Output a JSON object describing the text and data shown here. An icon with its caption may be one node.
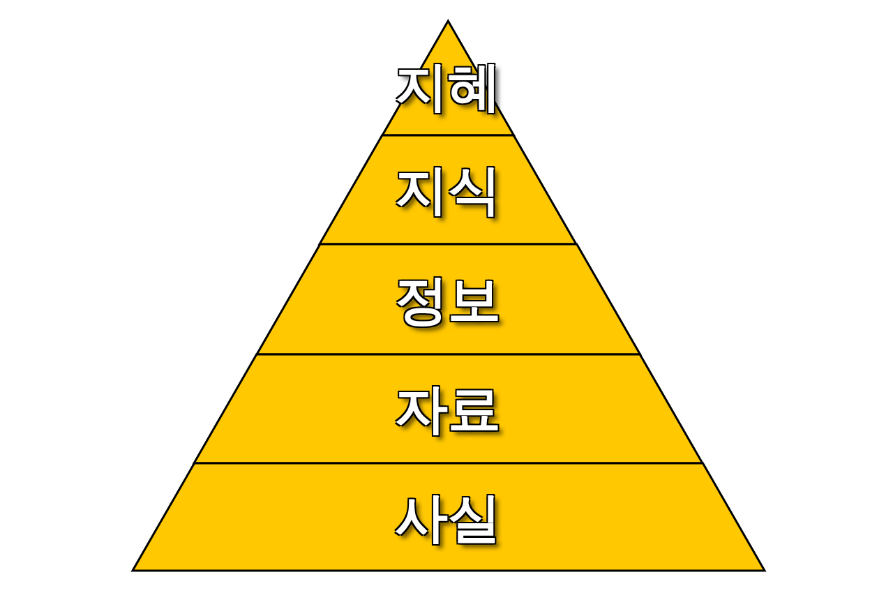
{
  "diagram": {
    "nodes": [
      {
        "text": [
          "지혜"
        ]
      },
      {
        "text": [
          "지식"
        ]
      },
      {
        "text": [
          "정보"
        ]
      },
      {
        "text": [
          "자료"
        ]
      },
      {
        "text": [
          "사실"
        ]
      }
    ]
  }
}
